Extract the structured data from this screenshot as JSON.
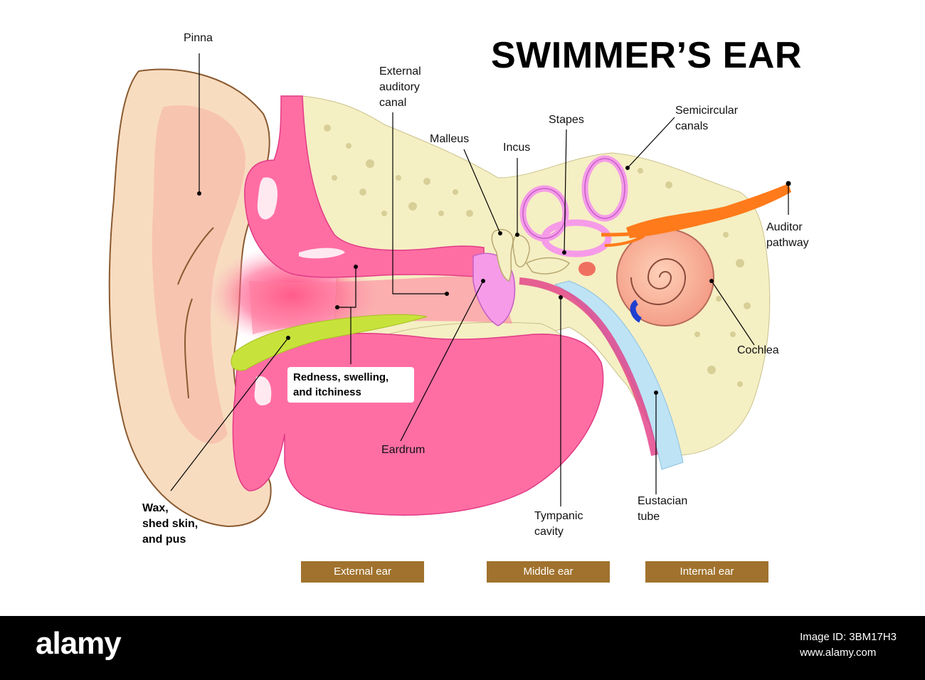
{
  "title": "SWIMMER’S EAR",
  "labels": {
    "pinna": "Pinna",
    "external_canal_1": "External",
    "external_canal_2": "auditory",
    "external_canal_3": "canal",
    "malleus": "Malleus",
    "incus": "Incus",
    "stapes": "Stapes",
    "semicircular_1": "Semicircular",
    "semicircular_2": "canals",
    "auditor_1": "Auditor",
    "auditor_2": "pathway",
    "cochlea": "Cochlea",
    "eardrum": "Eardrum",
    "tympanic_1": "Tympanic",
    "tympanic_2": "cavity",
    "eustacian_1": "Eustacian",
    "eustacian_2": "tube"
  },
  "symptoms": {
    "redness_1": "Redness, swelling,",
    "redness_2": "and itchiness",
    "wax_1": "Wax,",
    "wax_2": "shed skin,",
    "wax_3": "and pus"
  },
  "sections": {
    "external": "External ear",
    "middle": "Middle ear",
    "internal": "Internal ear"
  },
  "colors": {
    "skin": "#f8dcc0",
    "bone": "#f5efc4",
    "tissue": "#ff6ea3",
    "inflammation": "#ff2d6b",
    "wax": "#c8e23c",
    "section_band": "#a0722d",
    "nerve": "#ff7a1a",
    "labyrinth": "#f59be8"
  },
  "footer": {
    "logo": "alamy",
    "image_id": "Image ID: 3BM17H3",
    "site": "www.alamy.com"
  }
}
